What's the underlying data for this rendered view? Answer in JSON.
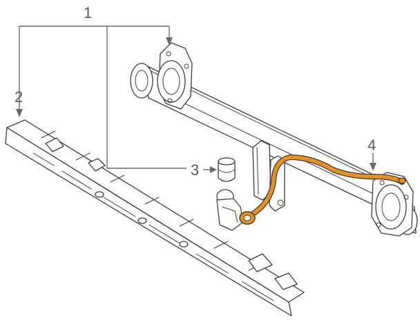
{
  "callouts": {
    "one": "1",
    "two": "2",
    "three": "3",
    "four": "4"
  },
  "colors": {
    "highlight": "#e8911e",
    "line": "#3a3a3a",
    "leader": "#6a6a6a",
    "label": "#5a5a5a",
    "background": "#ffffff"
  }
}
